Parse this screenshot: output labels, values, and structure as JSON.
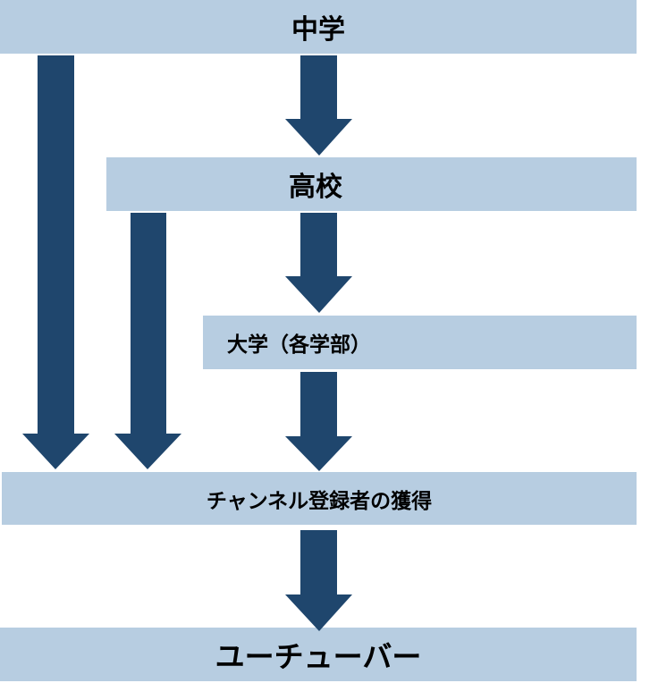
{
  "diagram": {
    "nodes": [
      {
        "id": "junior-high",
        "label": "中学"
      },
      {
        "id": "high-school",
        "label": "高校"
      },
      {
        "id": "university",
        "label": "大学（各学部）"
      },
      {
        "id": "subscribers",
        "label": "チャンネル登録者の獲得"
      },
      {
        "id": "youtuber",
        "label": "ユーチューバー"
      }
    ],
    "edges": [
      {
        "from": "junior-high",
        "to": "high-school"
      },
      {
        "from": "junior-high",
        "to": "subscribers"
      },
      {
        "from": "high-school",
        "to": "university"
      },
      {
        "from": "high-school",
        "to": "subscribers"
      },
      {
        "from": "university",
        "to": "subscribers"
      },
      {
        "from": "subscribers",
        "to": "youtuber"
      }
    ],
    "colors": {
      "box": "#b7cde1",
      "arrow": "#1f466d"
    }
  }
}
